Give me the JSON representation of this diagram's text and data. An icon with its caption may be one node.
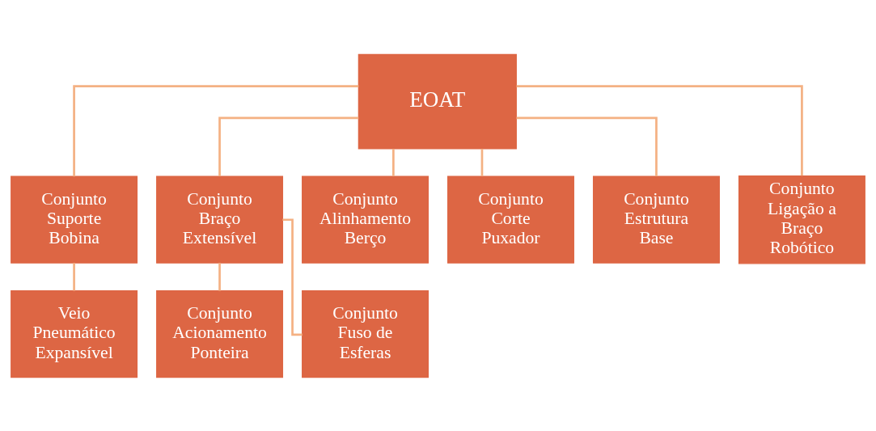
{
  "diagram": {
    "nodes": [
      {
        "text": [
          "EOAT"
        ]
      },
      {
        "text": [
          "Conjunto Suporte Bobina"
        ]
      },
      {
        "text": [
          "Conjunto Braço Extensível"
        ]
      },
      {
        "text": [
          "Conjunto Alinhamento Berço"
        ]
      },
      {
        "text": [
          "Conjunto Corte Puxador"
        ]
      },
      {
        "text": [
          "Conjunto Estrutura Base"
        ]
      },
      {
        "text": [
          "Conjunto Ligação a Braço Robótico"
        ]
      },
      {
        "text": [
          "Veio Pneumático Expansível"
        ]
      },
      {
        "text": [
          "Conjunto Acionamento Ponteira"
        ]
      },
      {
        "text": [
          "Conjunto Fuso de Esferas"
        ]
      }
    ],
    "edges": [
      {
        "from": 0,
        "to": 1,
        "arrow": "none"
      },
      {
        "from": 0,
        "to": 2,
        "arrow": "none"
      },
      {
        "from": 0,
        "to": 3,
        "arrow": "none"
      },
      {
        "from": 0,
        "to": 4,
        "arrow": "none"
      },
      {
        "from": 0,
        "to": 5,
        "arrow": "none"
      },
      {
        "from": 0,
        "to": 6,
        "arrow": "none"
      },
      {
        "from": 1,
        "to": 7,
        "arrow": "none"
      },
      {
        "from": 2,
        "to": 8,
        "arrow": "none"
      },
      {
        "from": 2,
        "to": 9,
        "arrow": "none"
      }
    ]
  }
}
